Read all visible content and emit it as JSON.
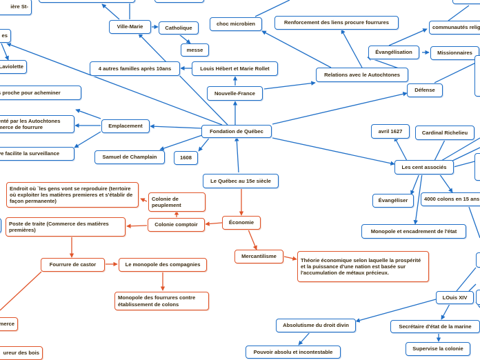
{
  "colors": {
    "blue": "#1f6fc7",
    "orange": "#e0552a",
    "text": "#3a2a10"
  },
  "nodes": {
    "top_left_partial": "ière St-",
    "ville_marie": "Ville-Marie",
    "catholique": "Catholique",
    "messe": "messe",
    "choc_microbien": "choc microbien",
    "renforcement": "Renforcement des liens procure fourrures",
    "communautes": "communautés religieuses",
    "evangelisation": "Évangélisation",
    "missionnaires": "Missionnaires",
    "left_es": "es",
    "laviolette": "ur de Laviolette",
    "quatre_familles": "4 autres familles après 10ans",
    "hebert": "Louis Hébert et Marie Rollet",
    "relations": "Relations avec le Autochtones",
    "defense": "Défense",
    "nouvelle_france": "Nouvelle-France",
    "acheminer": "s proche pour acheminer",
    "autochtones_commerce": "enté par les Autochtones\nmerce de fourrure",
    "emplacement": "Emplacement",
    "fondation": "Fondation de Québec",
    "avril": "avril 1627",
    "richelieu": "Cardinal Richelieu",
    "surveillance": "ve facilite la surveillance",
    "champlain": "Samuel de Champlain",
    "annee_1608": "1608",
    "cent_associes": "Les cent associés",
    "quebec_15e": "Le Québec au 15e siècle",
    "evangeliser": "Évangéliser",
    "colons_4000": "4000 colons en 15 ans",
    "endroit": "Endroit où `les gens vont se reproduire (terrtoire où exploiter les matières premieres et s'établir de façon permanente)",
    "colonie_peuplement": "Colonie de peuplement",
    "monopole_encadrement": "Monopole et encadrement de l'état",
    "poste_traite": "Poste de traite (Commerce des matières premières)",
    "colonie_comptoir": "Colonie comptoir",
    "economie": "Économie",
    "mercantilisme": "Mercantilisme",
    "theorie": "Théorie économique selon laquelle la prospérité et la puissance d'une nation est basée sur l'accumulation de métaux précieux.",
    "fourrure_castor": "Fourrure de castor",
    "monopole_compagnies": "Le monopole des compagnies",
    "monopole_fourrures": "Monopole des fourrures contre établissement de colons",
    "louis_xiv": "LOuis XIV",
    "absolutisme": "Absolutisme du droit divin",
    "secretaire": "Secrétaire d'état de la marine",
    "commerce_partial": "merce",
    "coureur_partial": "ureur des bois",
    "pouvoir_absolu": "Pouvoir absolu et incontestable",
    "supervise": "Supervise la colonie"
  }
}
